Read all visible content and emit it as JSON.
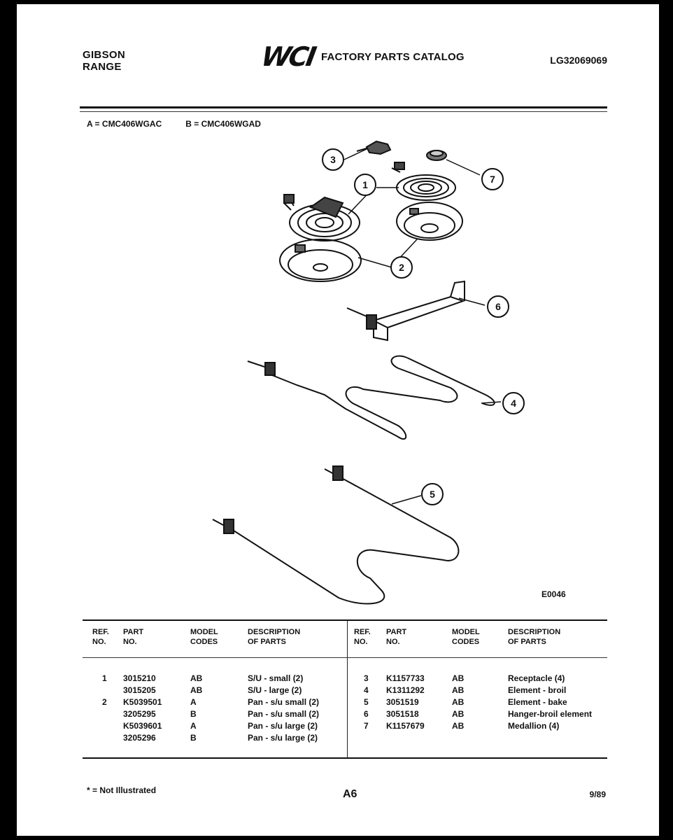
{
  "header": {
    "brand_line1": "GIBSON",
    "brand_line2": "RANGE",
    "logo": "WCI",
    "catalog_title": "FACTORY PARTS CATALOG",
    "catalog_number": "LG32069069"
  },
  "models": {
    "a": "A = CMC406WGAC",
    "b": "B = CMC406WGAD"
  },
  "diagram": {
    "figure_code": "E0046",
    "callouts": [
      "1",
      "2",
      "3",
      "4",
      "5",
      "6",
      "7"
    ]
  },
  "table": {
    "headers": {
      "ref": "REF.\nNO.",
      "part": "PART\nNO.",
      "model": "MODEL\nCODES",
      "desc": "DESCRIPTION\nOF PARTS"
    },
    "left_rows": [
      {
        "ref": "1",
        "part": "3015210",
        "model": "AB",
        "desc": "S/U - small (2)"
      },
      {
        "ref": "",
        "part": "3015205",
        "model": "AB",
        "desc": "S/U - large (2)"
      },
      {
        "ref": "2",
        "part": "K5039501",
        "model": "A",
        "desc": "Pan - s/u small (2)"
      },
      {
        "ref": "",
        "part": "3205295",
        "model": "B",
        "desc": "Pan - s/u small (2)"
      },
      {
        "ref": "",
        "part": "K5039601",
        "model": "A",
        "desc": "Pan - s/u large (2)"
      },
      {
        "ref": "",
        "part": "3205296",
        "model": "B",
        "desc": "Pan - s/u large (2)"
      }
    ],
    "right_rows": [
      {
        "ref": "3",
        "part": "K1157733",
        "model": "AB",
        "desc": "Receptacle (4)"
      },
      {
        "ref": "4",
        "part": "K1311292",
        "model": "AB",
        "desc": "Element - broil"
      },
      {
        "ref": "5",
        "part": "3051519",
        "model": "AB",
        "desc": "Element - bake"
      },
      {
        "ref": "6",
        "part": "3051518",
        "model": "AB",
        "desc": "Hanger-broil element"
      },
      {
        "ref": "7",
        "part": "K1157679",
        "model": "AB",
        "desc": "Medallion (4)"
      }
    ]
  },
  "footer": {
    "note": "* = Not Illustrated",
    "page": "A6",
    "date": "9/89"
  }
}
